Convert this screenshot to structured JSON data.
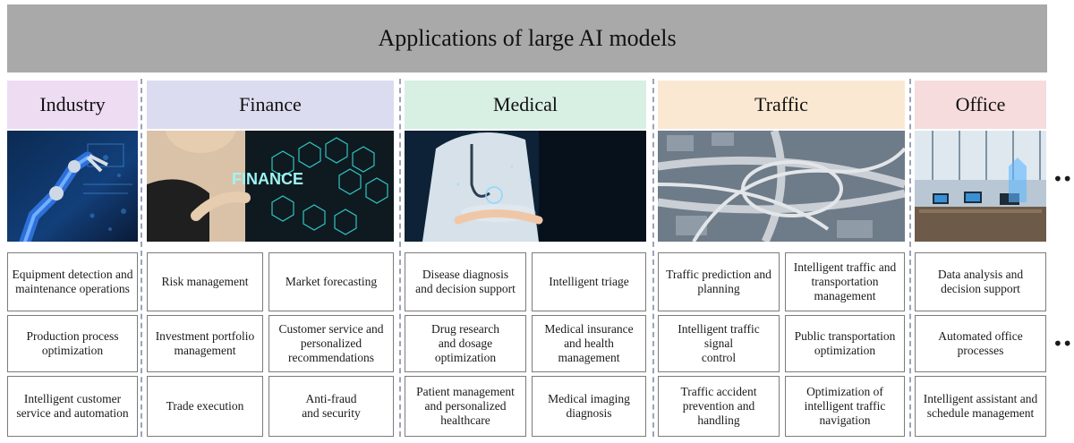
{
  "title": "Applications of large AI models",
  "columns": [
    {
      "name": "Industry",
      "header_color": "#eedcf3"
    },
    {
      "name": "Finance",
      "header_color": "#dcdcf0"
    },
    {
      "name": "Medical",
      "header_color": "#d8efe4"
    },
    {
      "name": "Traffic",
      "header_color": "#fbe8d2"
    },
    {
      "name": "Office",
      "header_color": "#f6dcdc"
    }
  ],
  "images": [
    {
      "icon": "robot-arm-image",
      "text": ""
    },
    {
      "icon": "finance-hexagon-image",
      "text": "FINANCE"
    },
    {
      "icon": "doctor-image",
      "text": ""
    },
    {
      "icon": "highway-interchange-image",
      "text": ""
    },
    {
      "icon": "office-image",
      "text": ""
    }
  ],
  "cells": {
    "industry": [
      "Equipment detection and\nmaintenance operations",
      "Production process\noptimization",
      "Intelligent customer\nservice and automation"
    ],
    "finance_a": [
      "Risk management",
      "Investment portfolio\nmanagement",
      "Trade execution"
    ],
    "finance_b": [
      "Market forecasting",
      "Customer service and\npersonalized\nrecommendations",
      "Anti-fraud\nand security"
    ],
    "medical_a": [
      "Disease diagnosis\nand decision support",
      "Drug research\nand dosage\noptimization",
      "Patient management\nand personalized\nhealthcare"
    ],
    "medical_b": [
      "Intelligent triage",
      "Medical insurance\nand health\nmanagement",
      "Medical imaging\ndiagnosis"
    ],
    "traffic_a": [
      "Traffic prediction and\nplanning",
      "Intelligent traffic signal\ncontrol",
      "Traffic accident\nprevention and handling"
    ],
    "traffic_b": [
      "Intelligent traffic and\ntransportation\nmanagement",
      "Public transportation\noptimization",
      "Optimization of\nintelligent traffic\nnavigation"
    ],
    "office": [
      "Data analysis and\ndecision support",
      "Automated office\nprocesses",
      "Intelligent assistant and\nschedule management"
    ]
  },
  "ellipsis": "•••"
}
